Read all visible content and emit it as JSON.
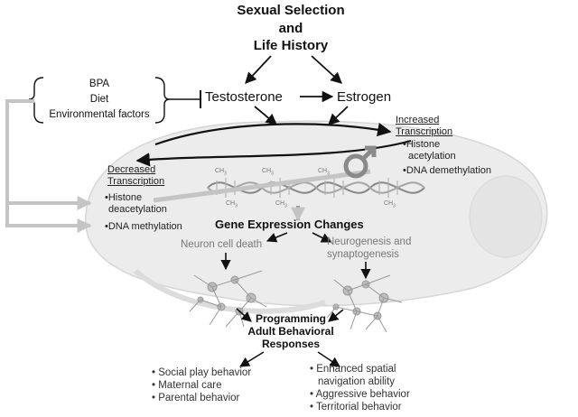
{
  "title": {
    "line1": "Sexual Selection",
    "line2": "and",
    "line3": "Life History"
  },
  "hormones": {
    "testosterone": "Testosterone",
    "estrogen": "Estrogen"
  },
  "environment": {
    "items": [
      "BPA",
      "Diet",
      "Environmental factors"
    ]
  },
  "increased": {
    "heading_line1": "Increased",
    "heading_line2": "Transcription",
    "mark1_line1": "•Histone",
    "mark1_line2": "acetylation",
    "mark2": "•DNA demethylation"
  },
  "decreased": {
    "heading_line1": "Decreased",
    "heading_line2": "Transcription",
    "mark1_line1": "•Histone",
    "mark1_line2": "deacetylation",
    "mark2": "•DNA methylation"
  },
  "gene_expression": "Gene Expression Changes",
  "outcomes": {
    "neuron_death": "Neuron cell death",
    "neurogenesis_line1": "Neurogenesis and",
    "neurogenesis_line2": "synaptogenesis"
  },
  "programming": {
    "line1": "Programming",
    "line2": "Adult Behavioral",
    "line3": "Responses"
  },
  "behaviors_left": [
    "• Social play behavior",
    "• Maternal care",
    "• Parental behavior"
  ],
  "behaviors_right": [
    "• Enhanced spatial",
    "navigation ability",
    "• Aggressive behavior",
    "• Territorial behavior"
  ],
  "dna_label": "CH3",
  "colors": {
    "text": "#111111",
    "grey_text": "#777777",
    "brain_fill": "#ececec",
    "grey_arrow": "#c4c4c4",
    "male_symbol": "#8a8a8a"
  }
}
